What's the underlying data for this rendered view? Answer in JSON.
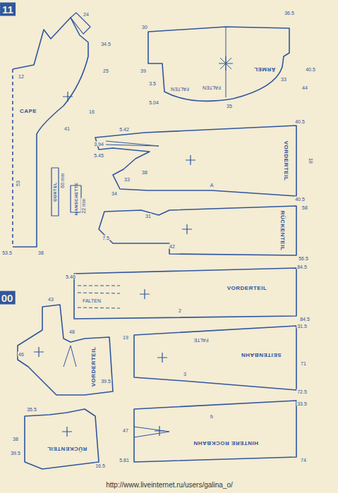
{
  "diagram": {
    "nodes": [
      {
        "text": [
          "11"
        ]
      },
      {
        "text": [
          "CAPE"
        ]
      },
      {
        "text": [
          "GÜRTEL"
        ]
      },
      {
        "text": [
          "MANSCHETTE"
        ]
      },
      {
        "text": [
          "ÄRMEL"
        ]
      },
      {
        "text": [
          "VORDERTEIL"
        ]
      },
      {
        "text": [
          "RÜCKENTEIL"
        ]
      },
      {
        "text": [
          "00"
        ]
      },
      {
        "text": [
          "VORDERTEIL"
        ]
      },
      {
        "text": [
          "SEITENBAHN"
        ]
      },
      {
        "text": [
          "HINTERE ROCKBAHN"
        ]
      },
      {
        "text": [
          "VORDERTEIL"
        ]
      },
      {
        "text": [
          "RÜCKENTEIL"
        ]
      }
    ],
    "labels": [
      "24",
      "34.5",
      "25",
      "41",
      "38",
      "53.5",
      "53",
      "12",
      "16",
      "30",
      "36.5",
      "33",
      "40.5",
      "44",
      "39",
      "5.04",
      "FALTEN",
      "FALTEN",
      "3.5",
      "35",
      "5.42",
      "3.94",
      "5.45",
      "38",
      "33",
      "34",
      "40.5",
      "40.5",
      "18",
      "A",
      "58",
      "56.5",
      "7.5",
      "31",
      "42",
      "84.5",
      "84.5",
      "FALTEN",
      "2",
      "5.46",
      "31.5",
      "71",
      "72.5",
      "FALTE",
      "3",
      "19",
      "33.5",
      "74",
      "47",
      "5.81",
      "b",
      "46",
      "39.5",
      "48",
      "43",
      "38",
      "39.5",
      "16.5",
      "35.5",
      "60 mm",
      "22 mm",
      "http://www.liveinternet.ru/users/galina_o/"
    ]
  }
}
